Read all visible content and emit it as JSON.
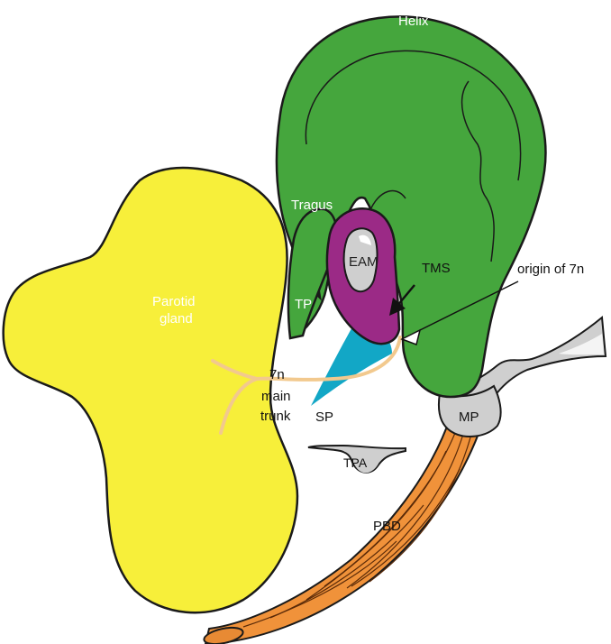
{
  "labels": {
    "helix": "Helix",
    "tragus": "Tragus",
    "eam": "EAM",
    "tms": "TMS",
    "origin_7n": "origin of 7n",
    "tp": "TP",
    "parotid_line1": "Parotid",
    "parotid_line2": "gland",
    "nerve_line1": "7n",
    "nerve_line2": "main",
    "nerve_line3": "trunk",
    "sp": "SP",
    "mp": "MP",
    "tpa": "TPA",
    "pbd": "PBD"
  },
  "colors": {
    "ear": "#45a63d",
    "parotid": "#f7ef3a",
    "eam_ring": "#9b2a86",
    "eam_canal": "#cfcfcf",
    "styloid": "#12a7c6",
    "nerve": "#f2c98e",
    "bone": "#cfcfcf",
    "muscle": "#f0923a",
    "outline": "#1a1a1a"
  }
}
